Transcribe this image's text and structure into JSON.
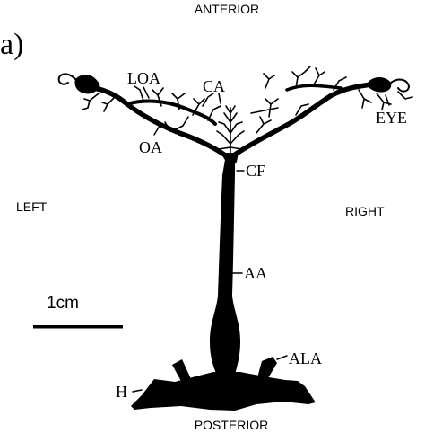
{
  "panel_label": "a)",
  "orientation": {
    "top": "ANTERIOR",
    "bottom": "POSTERIOR",
    "left": "LEFT",
    "right": "RIGHT"
  },
  "scale_bar": {
    "label": "1cm"
  },
  "structures": {
    "loa": "LOA",
    "ca": "CA",
    "oa": "OA",
    "eye": "EYE",
    "cf": "CF",
    "aa": "AA",
    "ala": "ALA",
    "h": "H"
  },
  "colors": {
    "ink": "#000000",
    "background": "#ffffff"
  }
}
